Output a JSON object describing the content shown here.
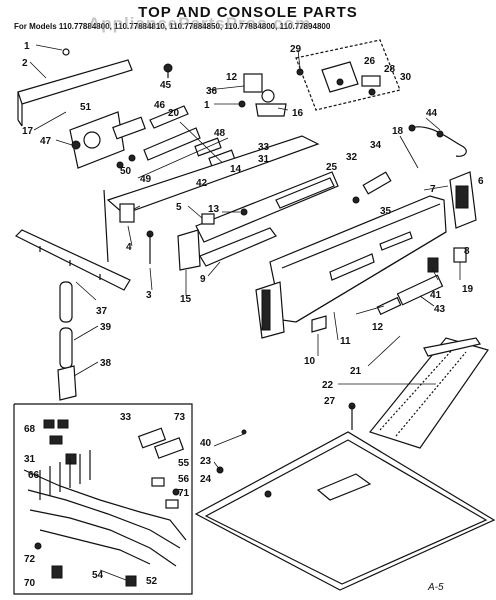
{
  "title": "TOP AND CONSOLE PARTS",
  "models_line": "For Models 110.77884800, 110.77884810, 110.77884850, 110.77884800, 110.77894800",
  "watermark": "AppliancePartsPros.com",
  "page_id": "A-5",
  "callouts": [
    "1",
    "2",
    "17",
    "47",
    "51",
    "50",
    "49",
    "45",
    "36",
    "12",
    "46",
    "20",
    "48",
    "33",
    "31",
    "14",
    "42",
    "1",
    "16",
    "29",
    "26",
    "28",
    "30",
    "44",
    "18",
    "32",
    "34",
    "25",
    "35",
    "7",
    "6",
    "5",
    "13",
    "4",
    "3",
    "15",
    "9",
    "8",
    "11",
    "12",
    "10",
    "43",
    "41",
    "19",
    "21",
    "37",
    "39",
    "38",
    "22",
    "27",
    "68",
    "31",
    "66",
    "33",
    "73",
    "55",
    "56",
    "71",
    "72",
    "70",
    "54",
    "52",
    "40",
    "23",
    "24"
  ]
}
